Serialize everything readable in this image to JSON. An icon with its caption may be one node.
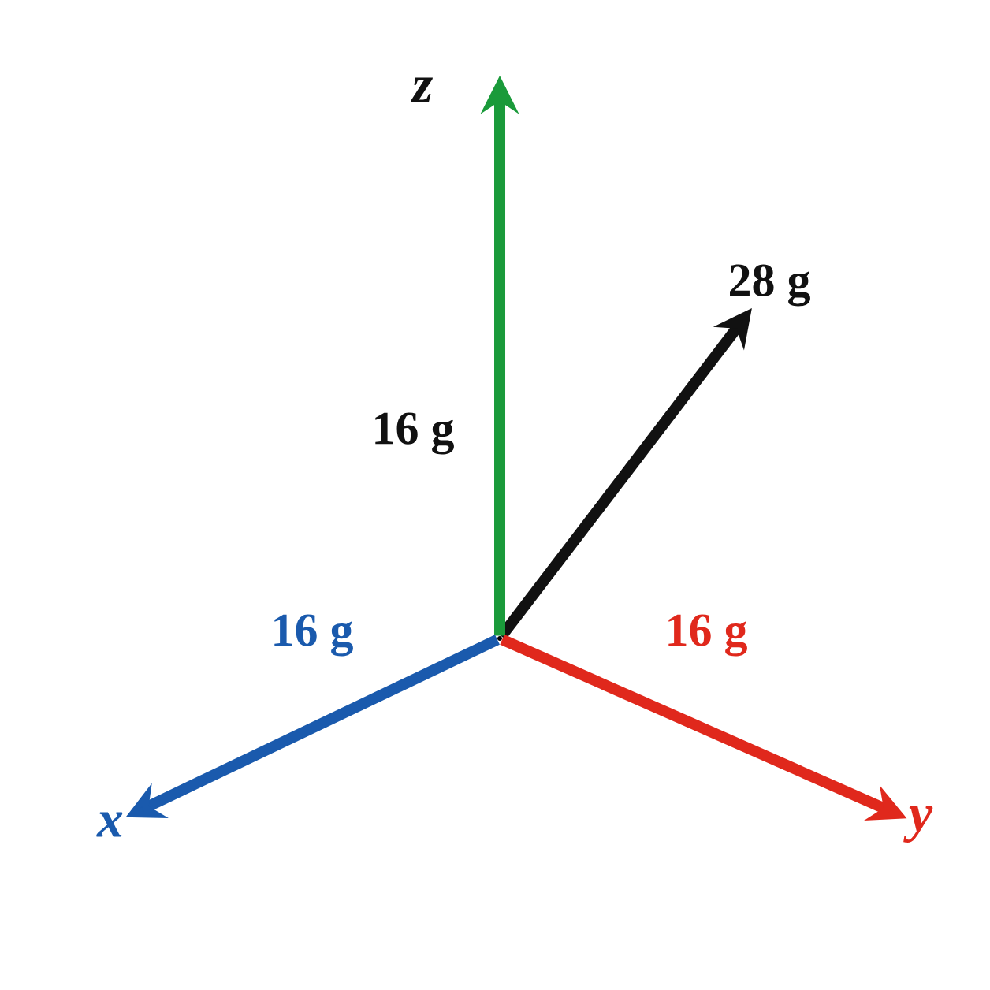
{
  "diagram": {
    "nodes": [
      {
        "text": [
          "z"
        ]
      },
      {
        "text": [
          "28 g"
        ]
      },
      {
        "text": [],
        "shape": "point"
      },
      {
        "text": [
          "x"
        ]
      },
      {
        "text": [
          "y"
        ]
      }
    ],
    "edges": [
      {
        "from": 2,
        "to": 0,
        "arrow": "to",
        "label": "16 g",
        "color": "#1a9a3a"
      },
      {
        "from": 2,
        "to": 1,
        "arrow": "to",
        "color": "#111111"
      },
      {
        "from": 2,
        "to": 3,
        "arrow": "to",
        "label": "16 g",
        "color": "#1a5aad"
      },
      {
        "from": 2,
        "to": 4,
        "arrow": "to",
        "label": "16 g",
        "color": "#e0281c"
      }
    ]
  }
}
